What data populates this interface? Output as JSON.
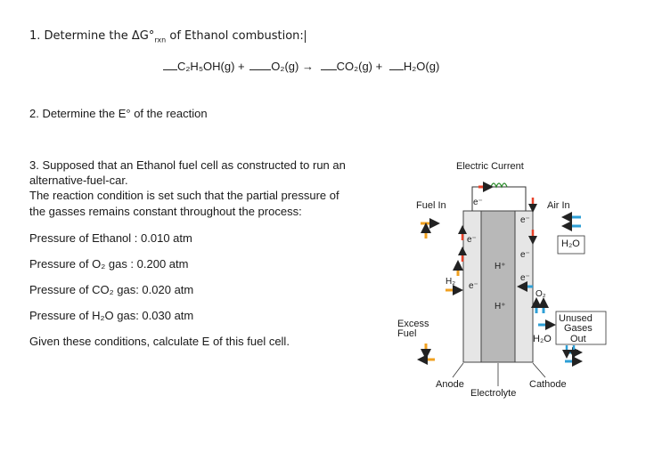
{
  "q1": {
    "prefix": "1. Determine the ΔG°",
    "rxn": "rxn",
    "suffix": " of Ethanol combustion:",
    "equation": {
      "ethanol": "C₂H₅OH(g) +",
      "oxygen": "O₂(g) →",
      "co2": "CO₂(g) +",
      "water": "H₂O(g)"
    }
  },
  "q2": {
    "text": "2. Determine the E° of the reaction"
  },
  "q3": {
    "line1": "3. Supposed that an Ethanol fuel cell as constructed to run an",
    "line2": "alternative-fuel-car.",
    "line3": "The reaction condition is set such that the partial pressure of",
    "line4": "the gasses remains constant throughout the process:",
    "p_ethanol": "Pressure of Ethanol : 0.010 atm",
    "p_o2": "Pressure of O₂ gas : 0.200 atm",
    "p_co2": "Pressure of CO₂ gas: 0.020 atm",
    "p_h2o": "Pressure of H₂O gas: 0.030 atm",
    "given": "Given these conditions, calculate E of this fuel cell."
  },
  "diagram": {
    "electric_current": "Electric Current",
    "fuel_in": "Fuel In",
    "air_in": "Air In",
    "h2o_right": "H₂O",
    "e_minus": "e⁻",
    "h_plus": "H⁺",
    "h2": "H₂",
    "o2": "O₂",
    "excess": "Excess",
    "fuel": "Fuel",
    "unused": "Unused",
    "gases": "Gases",
    "out": "Out",
    "h2o_bottom": "H₂O",
    "anode": "Anode",
    "cathode": "Cathode",
    "electrolyte": "Electrolyte",
    "colors": {
      "red": "#e8422a",
      "orange": "#f0a020",
      "blue": "#2e9fd6",
      "gray_light": "#e6e6e6",
      "gray_mid": "#b8b8b8"
    }
  }
}
